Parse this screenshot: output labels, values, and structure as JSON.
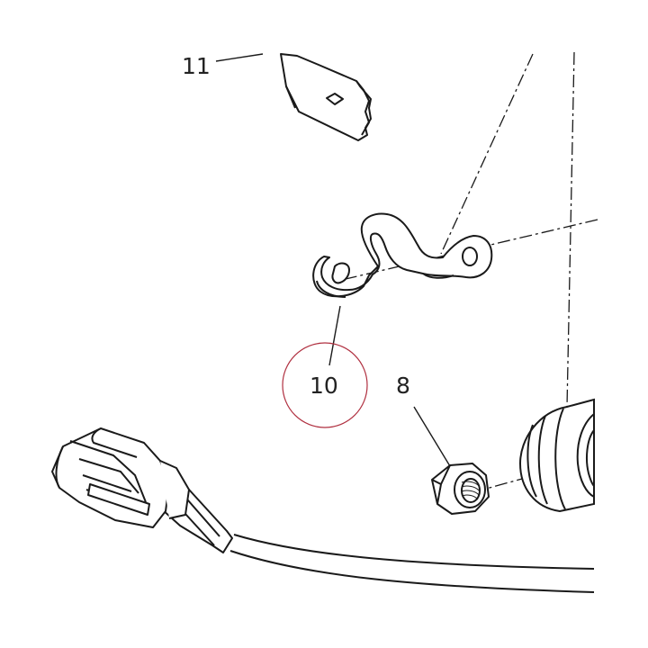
{
  "diagram": {
    "callouts": [
      {
        "id": "11",
        "label": "11"
      },
      {
        "id": "10",
        "label": "10",
        "highlighted": true
      },
      {
        "id": "8",
        "label": "8"
      }
    ],
    "highlight_color": "#b03040",
    "line_color": "#1a1a1a",
    "parts": [
      {
        "callout": "11",
        "name": "bracket-plate"
      },
      {
        "callout": "10",
        "name": "wire-clip"
      },
      {
        "callout": "8",
        "name": "hex-nut"
      }
    ]
  }
}
